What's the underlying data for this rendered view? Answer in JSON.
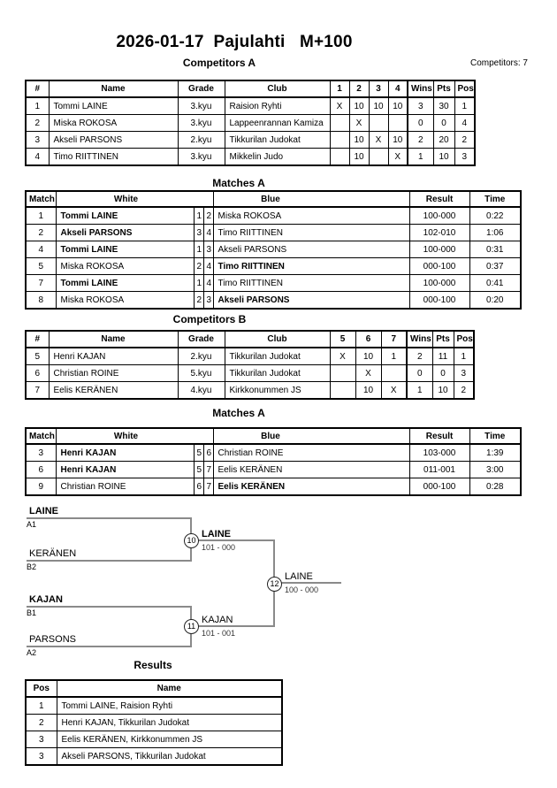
{
  "page": {
    "title": "2026-01-17  Pajulahti   M+100",
    "competitors_total": "Competitors: 7"
  },
  "competitors_a": {
    "heading": "Competitors A",
    "columns": [
      "#",
      "Name",
      "Grade",
      "Club",
      "1",
      "2",
      "3",
      "4",
      "Wins",
      "Pts",
      "Pos"
    ],
    "rows": [
      [
        "1",
        "Tommi LAINE",
        "3.kyu",
        "Raision Ryhti",
        "X",
        "10",
        "10",
        "10",
        "3",
        "30",
        "1"
      ],
      [
        "2",
        "Miska ROKOSA",
        "3.kyu",
        "Lappeenrannan Kamiza",
        "",
        "X",
        "",
        "",
        "0",
        "0",
        "4"
      ],
      [
        "3",
        "Akseli PARSONS",
        "2.kyu",
        "Tikkurilan Judokat",
        "",
        "10",
        "X",
        "10",
        "2",
        "20",
        "2"
      ],
      [
        "4",
        "Timo RIITTINEN",
        "3.kyu",
        "Mikkelin Judo",
        "",
        "10",
        "",
        "X",
        "1",
        "10",
        "3"
      ]
    ]
  },
  "matches_a": {
    "heading": "Matches A",
    "columns": [
      "Match",
      "White",
      "Blue",
      "Result",
      "Time"
    ],
    "rows": [
      {
        "match": "1",
        "white": "Tommi LAINE",
        "white_num": "1",
        "blue_num": "2",
        "blue": "Miska ROKOSA",
        "result": "100-000",
        "time": "0:22",
        "winner": "white"
      },
      {
        "match": "2",
        "white": "Akseli PARSONS",
        "white_num": "3",
        "blue_num": "4",
        "blue": "Timo RIITTINEN",
        "result": "102-010",
        "time": "1:06",
        "winner": "white"
      },
      {
        "match": "4",
        "white": "Tommi LAINE",
        "white_num": "1",
        "blue_num": "3",
        "blue": "Akseli PARSONS",
        "result": "100-000",
        "time": "0:31",
        "winner": "white"
      },
      {
        "match": "5",
        "white": "Miska ROKOSA",
        "white_num": "2",
        "blue_num": "4",
        "blue": "Timo RIITTINEN",
        "result": "000-100",
        "time": "0:37",
        "winner": "blue"
      },
      {
        "match": "7",
        "white": "Tommi LAINE",
        "white_num": "1",
        "blue_num": "4",
        "blue": "Timo RIITTINEN",
        "result": "100-000",
        "time": "0:41",
        "winner": "white"
      },
      {
        "match": "8",
        "white": "Miska ROKOSA",
        "white_num": "2",
        "blue_num": "3",
        "blue": "Akseli PARSONS",
        "result": "000-100",
        "time": "0:20",
        "winner": "blue"
      }
    ]
  },
  "competitors_b": {
    "heading": "Competitors B",
    "columns": [
      "#",
      "Name",
      "Grade",
      "Club",
      "5",
      "6",
      "7",
      "Wins",
      "Pts",
      "Pos"
    ],
    "rows": [
      [
        "5",
        "Henri KAJAN",
        "2.kyu",
        "Tikkurilan Judokat",
        "X",
        "10",
        "1",
        "2",
        "11",
        "1"
      ],
      [
        "6",
        "Christian ROINE",
        "5.kyu",
        "Tikkurilan Judokat",
        "",
        "X",
        "",
        "0",
        "0",
        "3"
      ],
      [
        "7",
        "Eelis KERÄNEN",
        "4.kyu",
        "Kirkkonummen JS",
        "",
        "10",
        "X",
        "1",
        "10",
        "2"
      ]
    ]
  },
  "matches_b": {
    "heading": "Matches A",
    "columns": [
      "Match",
      "White",
      "Blue",
      "Result",
      "Time"
    ],
    "rows": [
      {
        "match": "3",
        "white": "Henri KAJAN",
        "white_num": "5",
        "blue_num": "6",
        "blue": "Christian ROINE",
        "result": "103-000",
        "time": "1:39",
        "winner": "white"
      },
      {
        "match": "6",
        "white": "Henri KAJAN",
        "white_num": "5",
        "blue_num": "7",
        "blue": "Eelis KERÄNEN",
        "result": "011-001",
        "time": "3:00",
        "winner": "white"
      },
      {
        "match": "9",
        "white": "Christian ROINE",
        "white_num": "6",
        "blue_num": "7",
        "blue": "Eelis KERÄNEN",
        "result": "000-100",
        "time": "0:28",
        "winner": "blue"
      }
    ]
  },
  "bracket": {
    "semi1": {
      "top_name": "LAINE",
      "top_seed": "A1",
      "bottom_name": "KERÄNEN",
      "bottom_seed": "B2",
      "match_no": "10",
      "winner": "LAINE",
      "score": "101 - 000"
    },
    "semi2": {
      "top_name": "KAJAN",
      "top_seed": "B1",
      "bottom_name": "PARSONS",
      "bottom_seed": "A2",
      "match_no": "11",
      "winner": "KAJAN",
      "score": "101 - 001"
    },
    "final": {
      "match_no": "12",
      "winner": "LAINE",
      "score": "100 - 000"
    }
  },
  "results": {
    "heading": "Results",
    "columns": [
      "Pos",
      "Name"
    ],
    "rows": [
      [
        "1",
        "Tommi LAINE, Raision Ryhti"
      ],
      [
        "2",
        "Henri KAJAN, Tikkurilan Judokat"
      ],
      [
        "3",
        "Eelis KERÄNEN, Kirkkonummen JS"
      ],
      [
        "3",
        "Akseli PARSONS, Tikkurilan Judokat"
      ]
    ]
  }
}
